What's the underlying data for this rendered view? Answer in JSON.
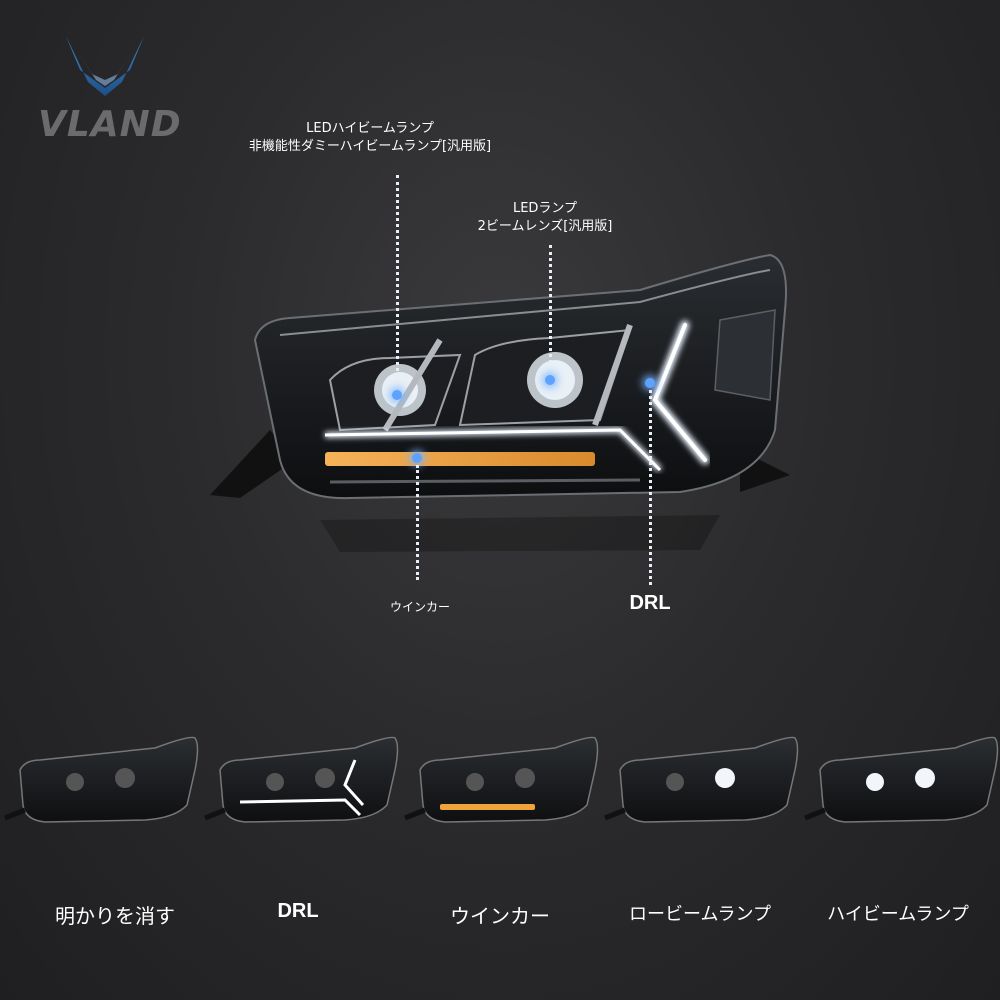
{
  "brand": {
    "logo_text": "VLAND"
  },
  "callouts": {
    "high_beam": {
      "line1": "LEDハイビームランプ",
      "line2": "非機能性ダミーハイビームランプ[汎用版]"
    },
    "led_lamp": {
      "line1": "LEDランプ",
      "line2": "2ビームレンズ[汎用版]"
    },
    "turn_signal": "ウインカー",
    "drl": "DRL"
  },
  "modes": [
    {
      "label": "明かりを消す"
    },
    {
      "label": "DRL"
    },
    {
      "label": "ウインカー"
    },
    {
      "label": "ロービームランプ"
    },
    {
      "label": "ハイビームランプ"
    }
  ],
  "colors": {
    "drl_blue": "#5ea2ff",
    "amber": "#f0a33a",
    "background": "#2b2b2d"
  }
}
